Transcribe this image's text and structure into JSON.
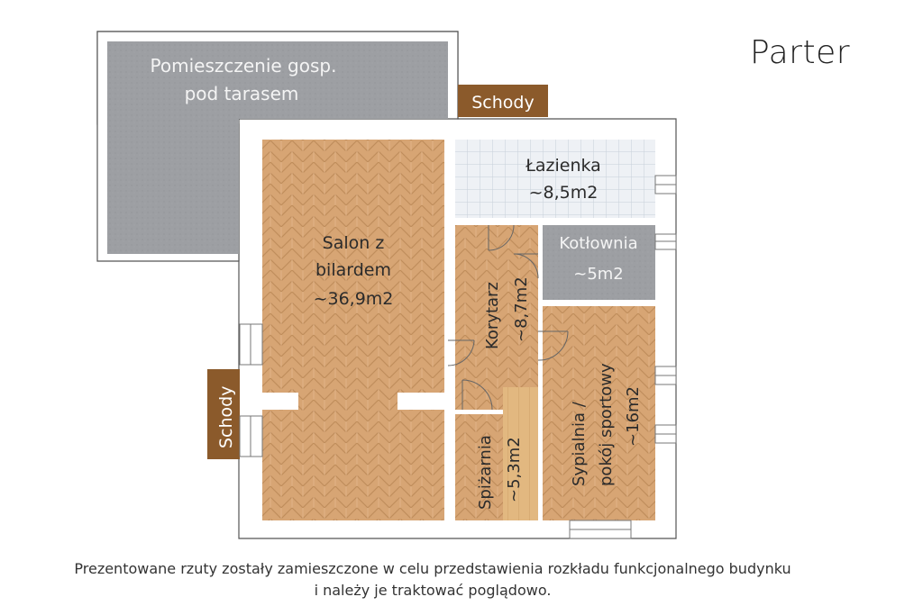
{
  "title": "Parter",
  "rooms": {
    "storage_under_terrace": {
      "line1": "Pomieszczenie gosp.",
      "line2": "pod tarasem"
    },
    "stairs_top": "Schody",
    "stairs_left": "Schody",
    "bathroom": {
      "name": "Łazienka",
      "area": "~8,5m2"
    },
    "boiler_room": {
      "name": "Kotłownia",
      "area": "~5m2"
    },
    "living_room": {
      "line1": "Salon z",
      "line2": "bilardem",
      "area": "~36,9m2"
    },
    "corridor": {
      "name": "Korytarz",
      "area": "~8,7m2"
    },
    "pantry": {
      "name": "Spiżarnia",
      "area": "~5,3m2"
    },
    "bedroom": {
      "line1": "Sypialnia /",
      "line2": "pokój sportowy",
      "area": "~16m2"
    }
  },
  "caption": {
    "line1": "Prezentowane rzuty zostały zamieszczone w celu przedstawienia rozkładu funkcjonalnego budynku",
    "line2": "i należy je traktować poglądowo."
  },
  "colors": {
    "wood": "#d7a574",
    "concrete": "#9d9fa3",
    "tile": "#eef1f5",
    "stairs": "#8b5a2b",
    "wall": "#ffffff",
    "outline": "#555555"
  }
}
